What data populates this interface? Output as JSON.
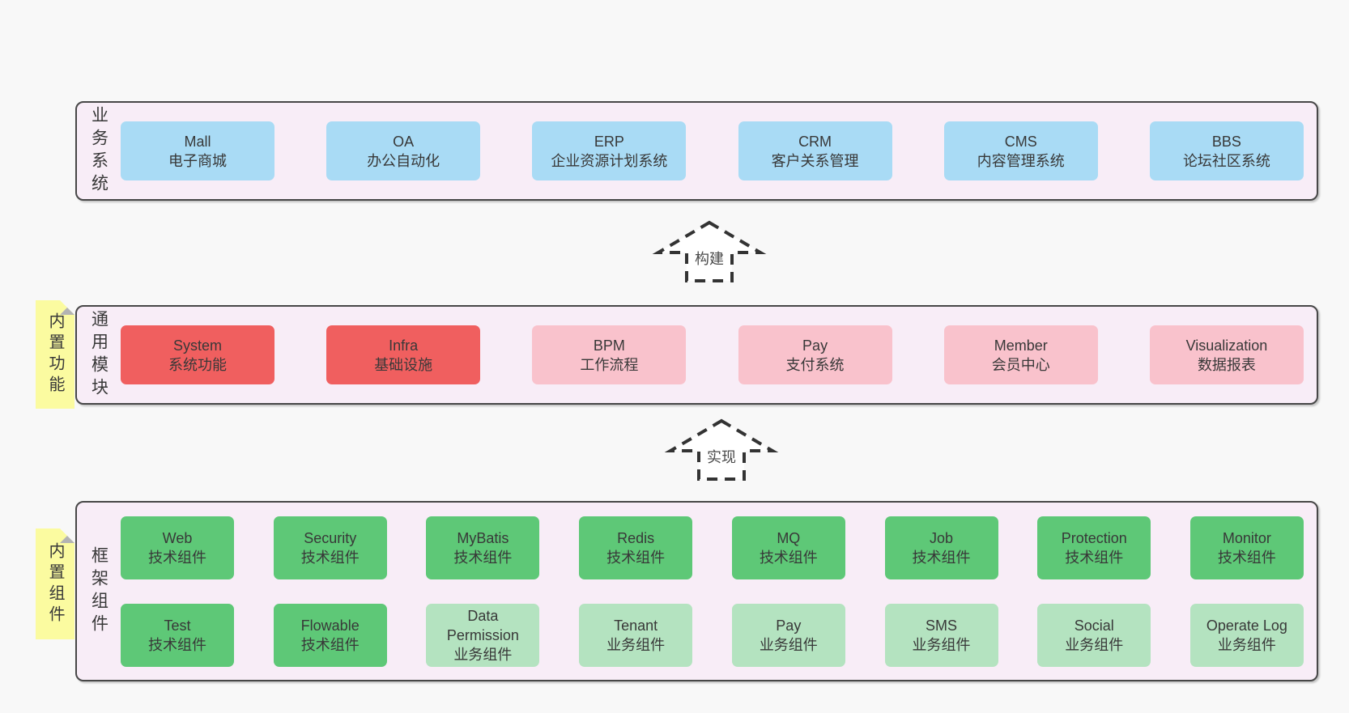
{
  "arrows": [
    {
      "label": "构建"
    },
    {
      "label": "实现"
    }
  ],
  "sections": [
    {
      "id": "business-systems",
      "side_label": "业务系统",
      "note": null,
      "rows": [
        [
          {
            "name": "Mall",
            "desc": "电子商城",
            "color": "blue"
          },
          {
            "name": "OA",
            "desc": "办公自动化",
            "color": "blue"
          },
          {
            "name": "ERP",
            "desc": "企业资源计划系统",
            "color": "blue"
          },
          {
            "name": "CRM",
            "desc": "客户关系管理",
            "color": "blue"
          },
          {
            "name": "CMS",
            "desc": "内容管理系统",
            "color": "blue"
          },
          {
            "name": "BBS",
            "desc": "论坛社区系统",
            "color": "blue"
          }
        ]
      ]
    },
    {
      "id": "common-modules",
      "side_label": "通用模块",
      "note": "内置功能",
      "rows": [
        [
          {
            "name": "System",
            "desc": "系统功能",
            "color": "red"
          },
          {
            "name": "Infra",
            "desc": "基础设施",
            "color": "red"
          },
          {
            "name": "BPM",
            "desc": "工作流程",
            "color": "pink"
          },
          {
            "name": "Pay",
            "desc": "支付系统",
            "color": "pink"
          },
          {
            "name": "Member",
            "desc": "会员中心",
            "color": "pink"
          },
          {
            "name": "Visualization",
            "desc": "数据报表",
            "color": "pink"
          }
        ]
      ]
    },
    {
      "id": "framework-components",
      "side_label": "框架组件",
      "note": "内置组件",
      "rows": [
        [
          {
            "name": "Web",
            "desc": "技术组件",
            "color": "green"
          },
          {
            "name": "Security",
            "desc": "技术组件",
            "color": "green"
          },
          {
            "name": "MyBatis",
            "desc": "技术组件",
            "color": "green"
          },
          {
            "name": "Redis",
            "desc": "技术组件",
            "color": "green"
          },
          {
            "name": "MQ",
            "desc": "技术组件",
            "color": "green"
          },
          {
            "name": "Job",
            "desc": "技术组件",
            "color": "green"
          },
          {
            "name": "Protection",
            "desc": "技术组件",
            "color": "green"
          },
          {
            "name": "Monitor",
            "desc": "技术组件",
            "color": "green"
          }
        ],
        [
          {
            "name": "Test",
            "desc": "技术组件",
            "color": "green"
          },
          {
            "name": "Flowable",
            "desc": "技术组件",
            "color": "green"
          },
          {
            "name": "Data\nPermission",
            "desc": "业务组件",
            "color": "light_green"
          },
          {
            "name": "Tenant",
            "desc": "业务组件",
            "color": "light_green"
          },
          {
            "name": "Pay",
            "desc": "业务组件",
            "color": "light_green"
          },
          {
            "name": "SMS",
            "desc": "业务组件",
            "color": "light_green"
          },
          {
            "name": "Social",
            "desc": "业务组件",
            "color": "light_green"
          },
          {
            "name": "Operate Log",
            "desc": "业务组件",
            "color": "light_green"
          }
        ]
      ]
    }
  ],
  "colors": {
    "page_bg": "#f8f8f8",
    "panel_bg": "#f8edf7",
    "panel_border": "#474747",
    "text": "#383838",
    "blue": "#a9dbf5",
    "red": "#f05f5f",
    "pink": "#f9c2cc",
    "green": "#5ec877",
    "light_green": "#b4e3c0",
    "note_bg": "#fbfba0",
    "note_fold": "#b3b3b3",
    "arrow_stroke": "#333333"
  }
}
